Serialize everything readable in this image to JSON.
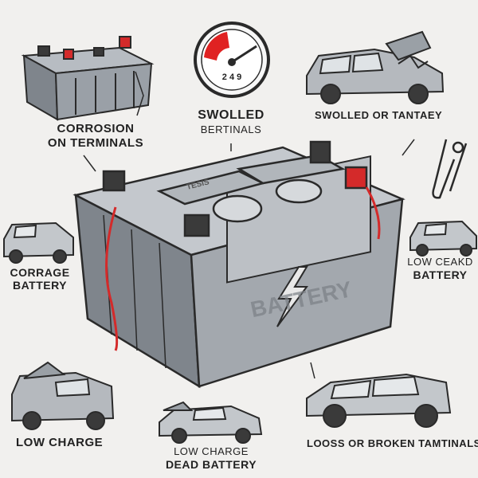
{
  "labels": {
    "corrosion": [
      "CORROSION",
      "ON TERMINALS"
    ],
    "swolled_bertinals": [
      "SWOLLED",
      "BERTINALS"
    ],
    "swolled_tantaey": "SWOLLED OR TANTAEY",
    "corrage_battery": [
      "CORRAGE",
      "BATTERY"
    ],
    "low_ceakd_battery": [
      "LOW CEAKD",
      "BATTERY"
    ],
    "low_charge": "LOW CHARGE",
    "low_charge_dead_battery": [
      "LOW CHARGE",
      "DEAD BATTERY"
    ],
    "loose_broken_terminals": "LOOSS OR BROKEN TAMTINALS"
  },
  "gauge_readout": "2 4 9",
  "battery_front_text": "BATTERY",
  "battery_top_text": "TESIS",
  "icons": [
    "small-battery-icon",
    "gauge-icon",
    "wrecked-car-icon",
    "jumper-clamp-icon",
    "main-battery-icon",
    "lightning-bolt-icon",
    "car-icon"
  ],
  "colors": {
    "terminal_red": "#d42a2a",
    "gauge_red": "#e02222",
    "ink": "#2a2a2a",
    "battery_gray": "#9aa0a8"
  }
}
